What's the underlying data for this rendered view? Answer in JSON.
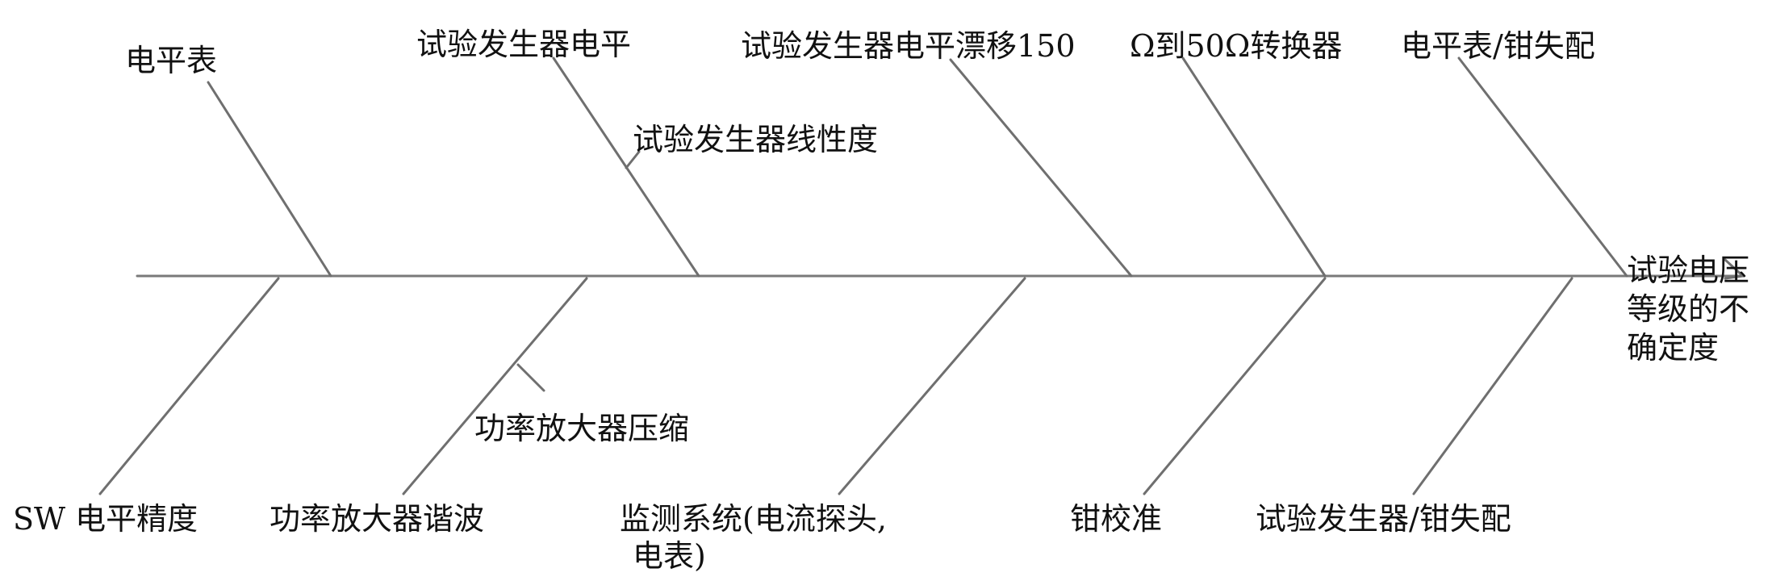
{
  "effect": [
    "试验电压",
    "等级的不",
    "确定度"
  ],
  "causes_top": [
    "电平表",
    "试验发生器电平",
    "试验发生器电平漂移150",
    "Ω到50Ω转换器",
    "电平表/钳失配"
  ],
  "sub_cause_top": "试验发生器线性度",
  "causes_bottom": [
    "SW 电平精度",
    "功率放大器谐波",
    "钳校准",
    "试验发生器/钳失配"
  ],
  "monitoring": [
    "监测系统(电流探头,",
    "电表)"
  ],
  "sub_cause_bottom": "功率放大器压缩",
  "colors": {
    "line": "#6f6f6f",
    "text": "#111111",
    "background": "#ffffff"
  }
}
